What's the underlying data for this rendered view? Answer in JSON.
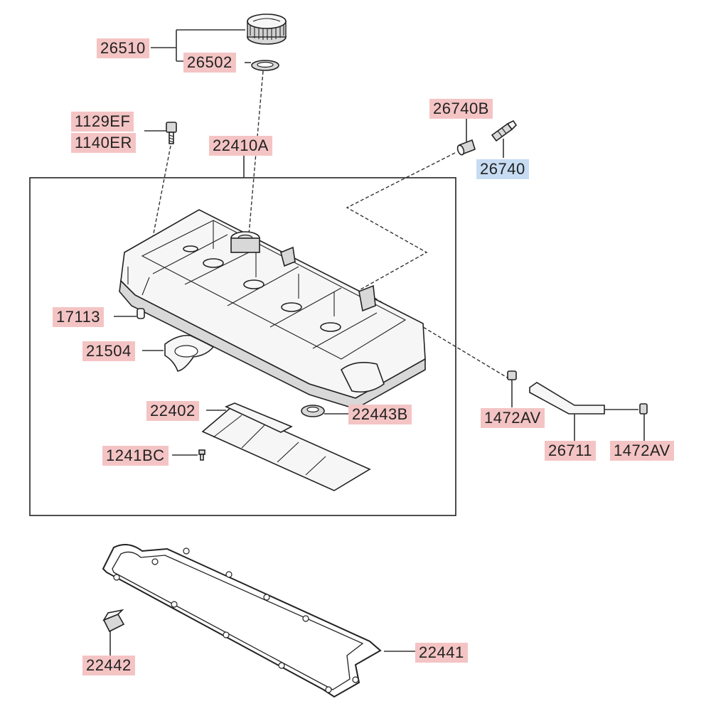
{
  "labels": {
    "p26510": "26510",
    "p26502": "26502",
    "p1129EF": "1129EF",
    "p1140ER": "1140ER",
    "p22410A": "22410A",
    "p26740B": "26740B",
    "p26740": "26740",
    "p17113": "17113",
    "p21504": "21504",
    "p22402": "22402",
    "p22443B": "22443B",
    "p1241BC": "1241BC",
    "p1472AV_1": "1472AV",
    "p26711": "26711",
    "p1472AV_2": "1472AV",
    "p22441": "22441",
    "p22442": "22442"
  },
  "colors": {
    "label_bg": "#f4c4c4",
    "label_bg_highlight": "#c7dcf2",
    "line": "#333333"
  }
}
